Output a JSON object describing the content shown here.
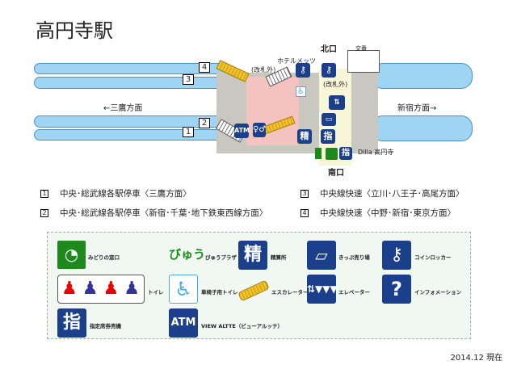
{
  "title": "高円寺駅",
  "map": {
    "north_exit": "北口",
    "south_exit": "南口",
    "koban": "交番",
    "hotel": "ホテルメッツ",
    "outside_gate_1": "(改札外)",
    "outside_gate_2": "(改札外)",
    "shop": "Dilla 高円寺",
    "left_direction": "←三鷹方面",
    "right_direction": "新宿方面→",
    "platform_numbers": [
      "4",
      "3",
      "2",
      "1"
    ],
    "atm": "ATM",
    "seisan": "精",
    "shitei": "指"
  },
  "lines": [
    {
      "num": "1",
      "text": "中央･総武線各駅停車〈三鷹方面〉"
    },
    {
      "num": "3",
      "text": "中央線快速〈立川･八王子･高尾方面〉"
    },
    {
      "num": "2",
      "text": "中央･総武線各駅停車〈新宿･千葉･地下鉄東西線方面〉"
    },
    {
      "num": "4",
      "text": "中央線快速〈中野･新宿･東京方面〉"
    }
  ],
  "legend": {
    "midori": "みどりの窓口",
    "view_logo": "びゅう",
    "view": "びゅうプラザ",
    "seisan_glyph": "精",
    "seisan": "精算所",
    "kippu": "きっぷ売り場",
    "locker": "コインロッカー",
    "toilet": "トイレ",
    "wheelchair": "車椅子用トイレ",
    "escalator": "エスカレーター",
    "elevator": "エレベーター",
    "info": "インフォメーション",
    "shitei_glyph": "指",
    "shitei": "指定席券売機",
    "atm_glyph": "ATM",
    "atm": "VIEW ALTTE（ビューアルッテ）"
  },
  "footer": "2014.12 現在",
  "colors": {
    "navy": "#1b3f8b",
    "green": "#1e8a1e",
    "platform": "#9fd4f2",
    "concourse": "#f4c3c0"
  }
}
